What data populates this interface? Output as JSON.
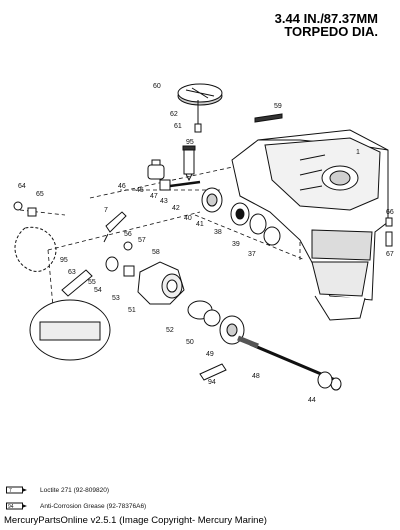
{
  "title": {
    "line1": "3.44 IN./87.37MM",
    "line2": "TORPEDO DIA."
  },
  "callouts": [
    "60",
    "59",
    "62",
    "61",
    "1",
    "46",
    "45",
    "95",
    "47",
    "43",
    "42",
    "40",
    "41",
    "38",
    "39",
    "37",
    "66",
    "67",
    "64",
    "65",
    "95",
    "7",
    "56",
    "57",
    "58",
    "63",
    "55",
    "54",
    "53",
    "51",
    "52",
    "50",
    "49",
    "94",
    "48",
    "44"
  ],
  "legend": [
    {
      "code": "7",
      "text": "Loctite 271 (92-809820)"
    },
    {
      "code": "94",
      "text": "Anti-Corrosion Grease (92-78376A6)"
    }
  ],
  "footer": "MercuryPartsOnline v2.5.1 (Image Copyright- Mercury Marine)",
  "colors": {
    "line": "#111111",
    "fill": "#ffffff",
    "shade": "#cfcfcf"
  }
}
